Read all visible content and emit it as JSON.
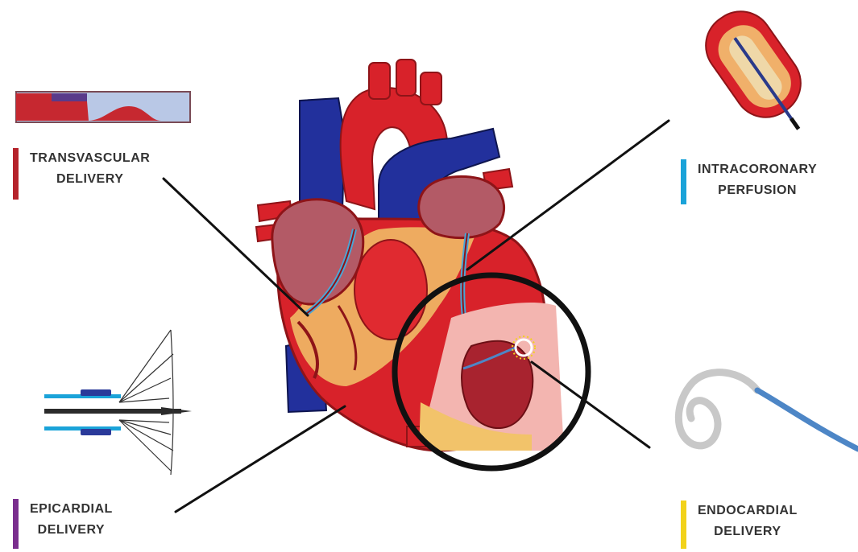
{
  "labels": {
    "transvascular": {
      "line1": "TRANSVASCULAR",
      "line2": "DELIVERY",
      "color": "#b5232b"
    },
    "intracoronary": {
      "line1": "INTRACORONARY",
      "line2": "PERFUSION",
      "color": "#1aa3d9"
    },
    "epicardial": {
      "line1": "EPICARDIAL",
      "line2": "DELIVERY",
      "color": "#7a2e8e"
    },
    "endocardial": {
      "line1": "ENDOCARDIAL",
      "line2": "DELIVERY",
      "color": "#f2d21a"
    }
  },
  "colors": {
    "heart_red": "#d8222a",
    "heart_dark": "#8e1418",
    "atrium": "#b35a66",
    "vein_blue": "#22309c",
    "fat_yellow": "#f2c36a",
    "vessel_light": "#4aa6d6",
    "chamber_pink": "#f3b5b0",
    "catheter_blue": "#4d86c6",
    "catheter_grey": "#c8c8c8"
  },
  "icons": [
    "vessel-cross-section-icon",
    "coronary-catheter-icon",
    "epicardial-needle-icon",
    "endocardial-catheter-icon",
    "heart-illustration",
    "magnifier-circle"
  ]
}
